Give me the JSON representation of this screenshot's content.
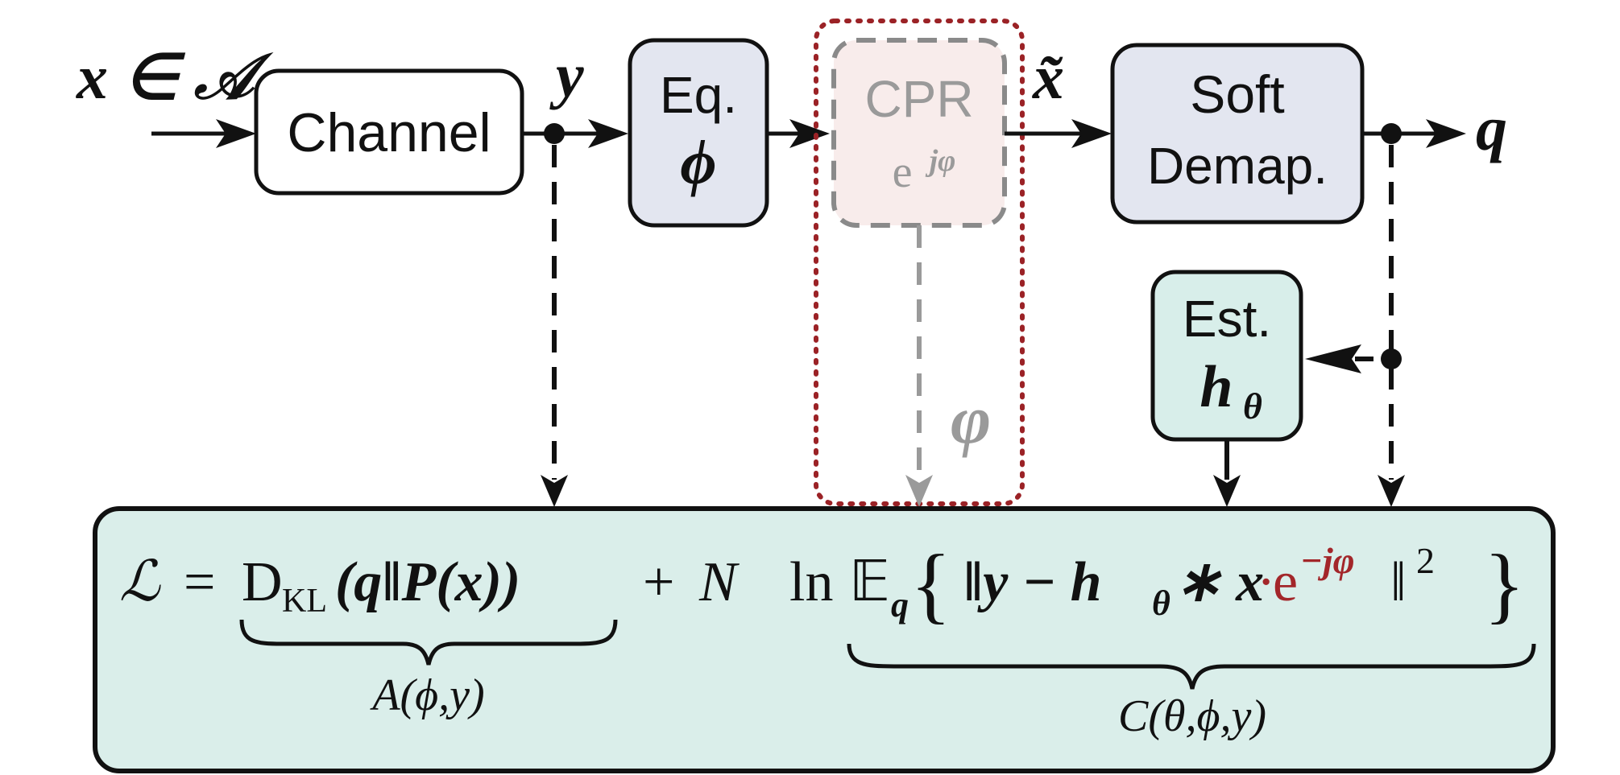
{
  "signals": {
    "input": "x ∈ 𝒜",
    "y": "y",
    "x_tilde": "x̃",
    "q": "q",
    "varphi": "φ"
  },
  "blocks": {
    "channel": "Channel",
    "equalizer": {
      "line1": "Eq.",
      "line2": "ϕ"
    },
    "cpr": {
      "line1": "CPR",
      "line2": "e",
      "sup": "jφ"
    },
    "demapper": {
      "line1": "Soft",
      "line2": "Demap."
    },
    "estimator": {
      "line1": "Est.",
      "line2": "h",
      "sub": "θ"
    }
  },
  "loss": {
    "lhs": "ℒ",
    "eq": "=",
    "dkl": "D",
    "dkl_sub": "KL",
    "dkl_args": "(q‖P(x))",
    "plus": "+",
    "N": "N",
    "ln": "ln",
    "E": "𝔼",
    "E_sub": "q",
    "open_brace": "{",
    "norm_body": "‖y − h",
    "theta": "θ",
    "conv": " ∗ x",
    "dot": "·",
    "exp_e": "e",
    "exp_sup": "−jφ",
    "norm_close": "‖",
    "sq": "2",
    "close_brace": "}",
    "A_label": "A(ϕ,y)",
    "C_label": "C(θ,ϕ,y)"
  },
  "colors": {
    "block_blue": "#e3e6f0",
    "block_teal": "#d8eeea",
    "loss_fill": "#daeeea",
    "cpr_fill": "#f8eceb",
    "cpr_gray": "#9a9a9a",
    "dotted_red": "#9b2226",
    "exp_red": "#a3262a",
    "stroke": "#111111"
  }
}
